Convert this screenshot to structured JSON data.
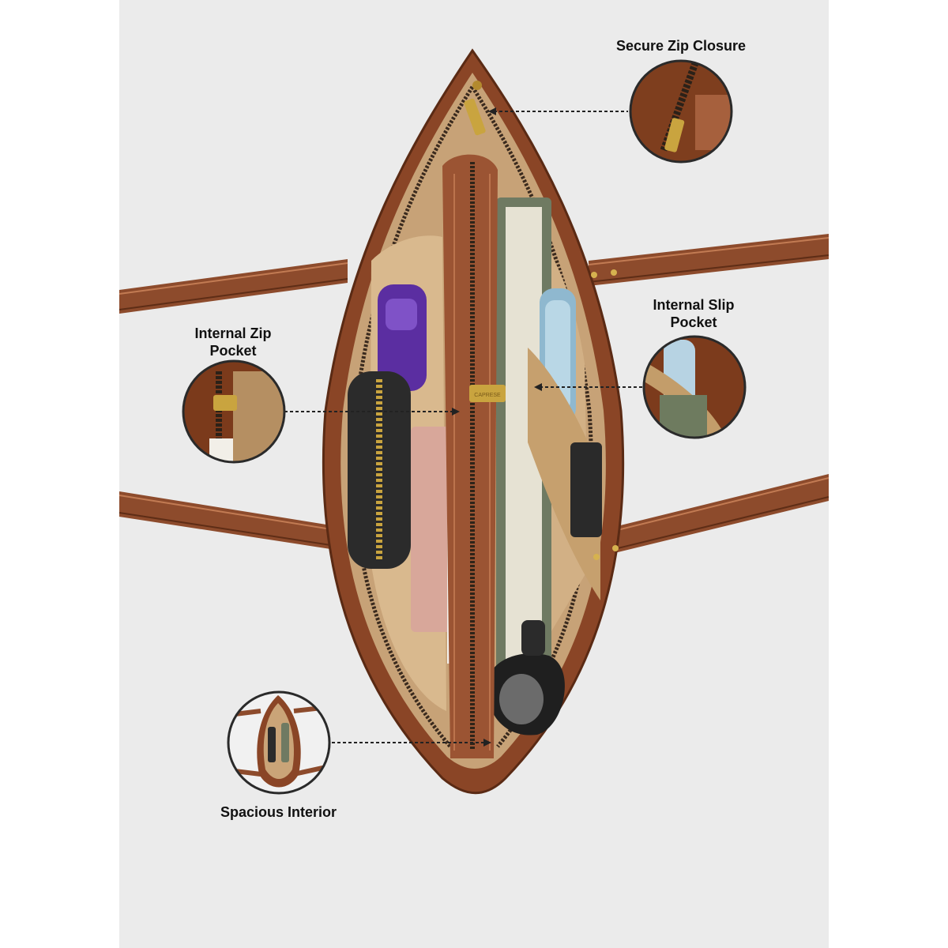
{
  "callouts": {
    "secure_zip": "Secure Zip Closure",
    "slip_pocket": "Internal Slip\nPocket",
    "zip_pocket": "Internal Zip\nPocket",
    "spacious": "Spacious Interior"
  },
  "brand": {
    "zip_puller_text": "CAPRESE"
  },
  "colors": {
    "background": "#ebebeb",
    "leather": "#8b4a2b",
    "lining": "#c9a47b",
    "hardware": "#c9a43f",
    "label_text": "#111111"
  }
}
